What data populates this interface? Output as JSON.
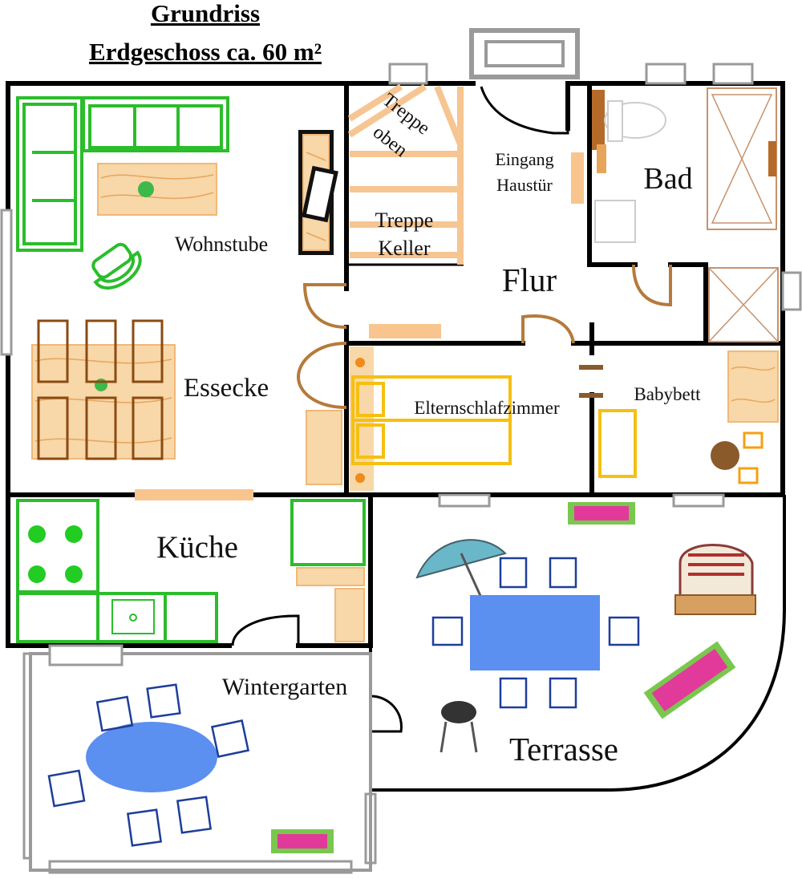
{
  "title": {
    "line1": "Grundriss",
    "line2": "Erdgeschoss ca. 60 m²"
  },
  "rooms": {
    "wohnstube": "Wohnstube",
    "essecke": "Essecke",
    "kueche": "Küche",
    "wintergarten": "Wintergarten",
    "terrasse": "Terrasse",
    "flur": "Flur",
    "bad": "Bad",
    "elternschlafzimmer": "Elternschlafzimmer",
    "babybett": "Babybett",
    "treppe_oben_1": "Treppe",
    "treppe_oben_2": "oben",
    "treppe_keller_1": "Treppe",
    "treppe_keller_2": "Keller",
    "eingang_1": "Eingang",
    "eingang_2": "Haustür"
  },
  "colors": {
    "walls": "#000000",
    "kitchen_furniture": "#2bbd2b",
    "wood": "#f8d7a8",
    "dining_chairs": "#8a4b12",
    "bed": "#f5c010",
    "terrace_table": "#5b8ff0"
  }
}
